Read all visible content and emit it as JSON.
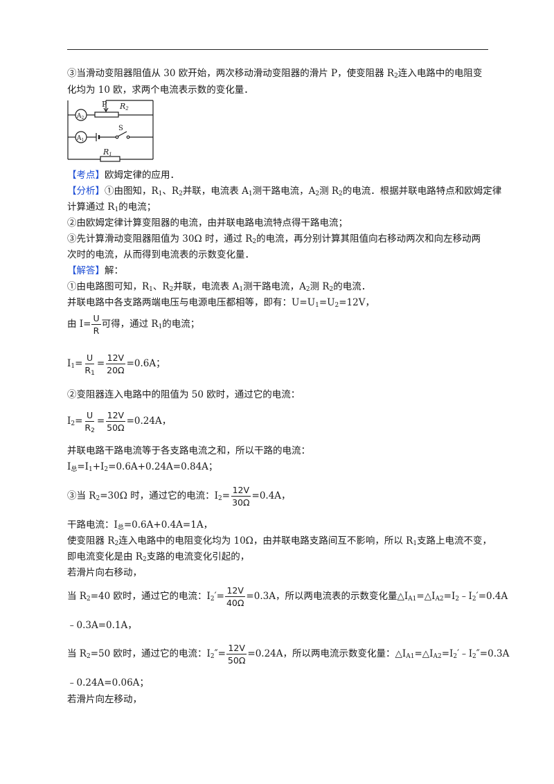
{
  "q3": {
    "l1": "③当滑动变阻器阻值从 30 欧开始，两次移动滑动变阻器的滑片 P，使变阻器 R",
    "l1_tail": "连入电路中的电阻变",
    "l2": "化均为 10 欧，求两个电流表示数的变化量．"
  },
  "circuit": {
    "label_p": "P",
    "label_r2": "R",
    "label_r2_sub": "2",
    "label_s": "S",
    "label_r1": "R",
    "label_r1_sub": "1",
    "a2": "A",
    "a2_sub": "2",
    "a1": "A",
    "a1_sub": "1"
  },
  "kaodian": {
    "tag": "【考点】",
    "text": "欧姆定律的应用．"
  },
  "fenxi": {
    "tag": "【分析】",
    "l1a": "①由图知，R",
    "l1b": "、R",
    "l1c": "并联，电流表 A",
    "l1d": "测干路电流，A",
    "l1e": "测 R",
    "l1f": "的电流．根据并联电路特点和欧姆定律",
    "l2a": "计算通过 R",
    "l2b": "的电流；",
    "l3": "②由欧姆定律计算变阻器的电流，由并联电路电流特点得干路电流；",
    "l4a": "③先计算滑动变阻器阻值为 30Ω 时，通过 R",
    "l4b": "的电流，再分别计算其阻值向右移动两次和向左移动两",
    "l5": "次时的电流，从而得到电流表的示数变化量．"
  },
  "jieda": {
    "tag": "【解答】",
    "tag_tail": "解：",
    "s1a": "①由电路图可知，R",
    "s1b": "、R",
    "s1c": "并联，电流表 A",
    "s1d": "测干路电流，A",
    "s1e": "测 R",
    "s1f": "的电流．",
    "s2": "并联电路中各支路两端电压与电源电压都相等，即有：U=U",
    "s2b": "=U",
    "s2c": "=12V，",
    "s3a": "由 I=",
    "s3_num": "U",
    "s3_den": "R",
    "s3b": "可得，通过 R",
    "s3c": "的电流；",
    "e1_lhs": "I",
    "e1_num1": "U",
    "e1_den1": "R",
    "e1_num2": "12V",
    "e1_den2": "20Ω",
    "e1_res": "=0.6A；",
    "s4": "②变阻器连入电路中的阻值为 50 欧时，通过它的电流：",
    "e2_lhs": "I",
    "e2_num1": "U",
    "e2_den1": "R",
    "e2_num2": "12V",
    "e2_den2": "50Ω",
    "e2_res": "=0.24A，",
    "s5": "并联电路干路电流等于各支路电流之和，所以干路的电流：",
    "e3a": "I",
    "e3_sub": "总",
    "e3b": "=I",
    "e3c": "+I",
    "e3d": "=0.6A+0.24A=0.84A；",
    "s6a": "③当 R",
    "s6b": "=30Ω 时，通过它的电流：I",
    "s6_num": "12V",
    "s6_den": "30Ω",
    "s6c": "=0.4A，",
    "s7a": "干路电流：I",
    "s7_sub": "总",
    "s7b": "=0.6A+0.4A=1A，",
    "s8a": "使变阻器 R",
    "s8b": "连入电路中的电阻变化均为 10Ω，由并联电路支路间互不影响，所以 R",
    "s8c": "支路上电流不变，",
    "s9a": "即电流变化是由 R",
    "s9b": "支路的电流变化引起的，",
    "s10": "若滑片向右移动，",
    "s11a": "当 R",
    "s11b": "=40 欧时，通过它的电流：I",
    "s11c": "′=",
    "s11_num": "12V",
    "s11_den": "40Ω",
    "s11d": "=0.3A，所以两电流表的示数变化量△I",
    "s11e": "=△I",
    "s11f": "=I",
    "s11g": "﹣I",
    "s11h": "′=0.4A",
    "s12": "﹣0.3A=0.1A，",
    "s13a": "当 R",
    "s13b": "=50 欧时，通过它的电流：I",
    "s13c": "″=",
    "s13_num": "12V",
    "s13_den": "50Ω",
    "s13d": "=0.24A，所以两电流示数变化量：△I",
    "s13e": "=△I",
    "s13f": "=I",
    "s13g": "′﹣I",
    "s13h": "″=0.3A",
    "s14": "﹣0.24A=0.06A；",
    "s15": "若滑片向左移动，"
  },
  "subs": {
    "one": "1",
    "two": "2",
    "A1": "A1",
    "A2": "A2"
  }
}
